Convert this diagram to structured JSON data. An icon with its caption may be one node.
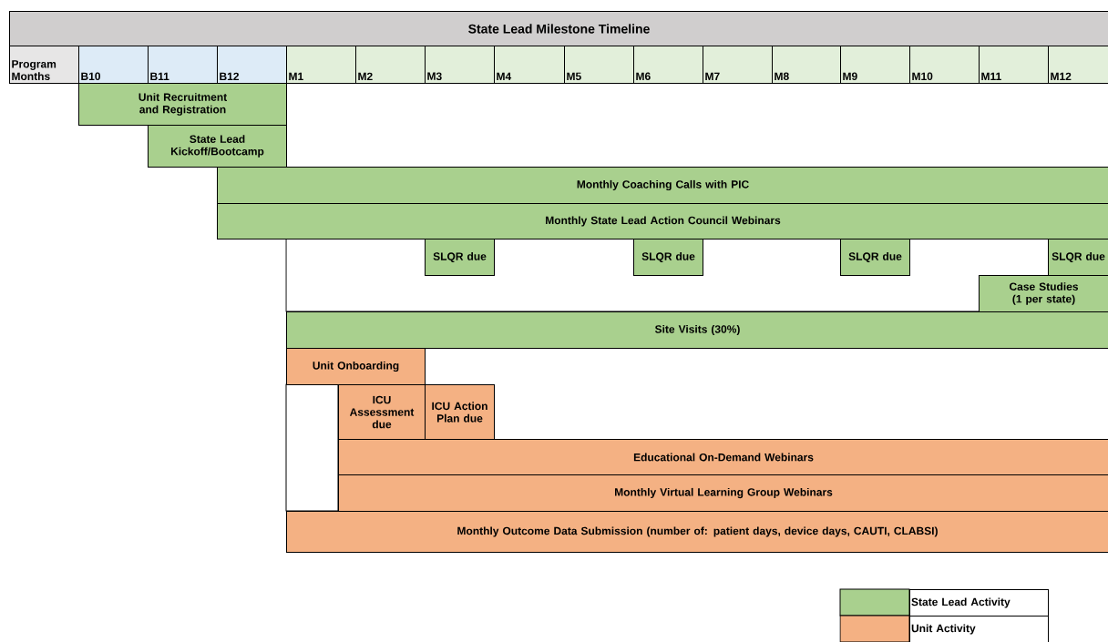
{
  "diagram": {
    "nodes": [
      {
        "text": [
          "State Lead Milestone Timeline"
        ]
      },
      {
        "text": [
          "Program Months"
        ]
      },
      {
        "text": [
          "B10"
        ]
      },
      {
        "text": [
          "B11"
        ]
      },
      {
        "text": [
          "B12"
        ]
      },
      {
        "text": [
          "M1"
        ]
      },
      {
        "text": [
          "M2"
        ]
      },
      {
        "text": [
          "M3"
        ]
      },
      {
        "text": [
          "M4"
        ]
      },
      {
        "text": [
          "M5"
        ]
      },
      {
        "text": [
          "M6"
        ]
      },
      {
        "text": [
          "M7"
        ]
      },
      {
        "text": [
          "M8"
        ]
      },
      {
        "text": [
          "M9"
        ]
      },
      {
        "text": [
          "M10"
        ]
      },
      {
        "text": [
          "M11"
        ]
      },
      {
        "text": [
          "M12"
        ]
      },
      {
        "text": [
          "Unit Recruitment and Registration"
        ]
      },
      {
        "text": [
          "State Lead Kickoff/Bootcamp"
        ]
      },
      {
        "text": [
          "Monthly Coaching Calls with PIC"
        ]
      },
      {
        "text": [
          "Monthly State Lead Action Council Webinars"
        ]
      },
      {
        "text": [
          "SLQR due"
        ]
      },
      {
        "text": [
          "SLQR due"
        ]
      },
      {
        "text": [
          "SLQR due"
        ]
      },
      {
        "text": [
          "SLQR due"
        ]
      },
      {
        "text": [
          "Case Studies (1 per state)"
        ]
      },
      {
        "text": [
          "Site Visits (30%)"
        ]
      },
      {
        "text": [
          "Unit Onboarding"
        ]
      },
      {
        "text": [
          "ICU Assessment due"
        ]
      },
      {
        "text": [
          "ICU Action Plan due"
        ]
      },
      {
        "text": [
          "Educational On-Demand Webinars"
        ]
      },
      {
        "text": [
          "Monthly Virtual Learning Group Webinars"
        ]
      },
      {
        "text": [
          "Monthly Outcome Data Submission (number of: patient days, device days, CAUTI, CLABSI)"
        ]
      }
    ],
    "legend": [
      {
        "text": "State Lead Activity",
        "color": "#a9d08e"
      },
      {
        "text": "Unit Activity",
        "color": "#f4b183"
      }
    ]
  }
}
